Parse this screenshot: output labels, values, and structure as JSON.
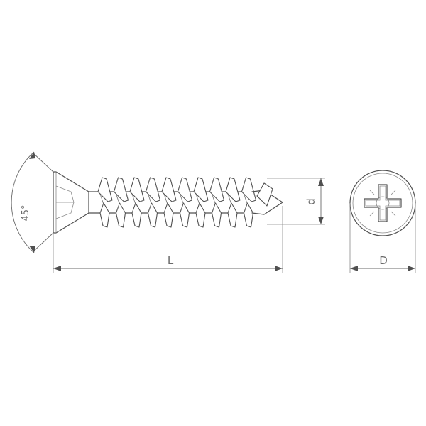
{
  "dimensions": {
    "angle_label": "45°",
    "length_label": "L",
    "shank_diameter_label": "d",
    "head_diameter_label": "D"
  },
  "screw": {
    "thread_turns": 10
  }
}
